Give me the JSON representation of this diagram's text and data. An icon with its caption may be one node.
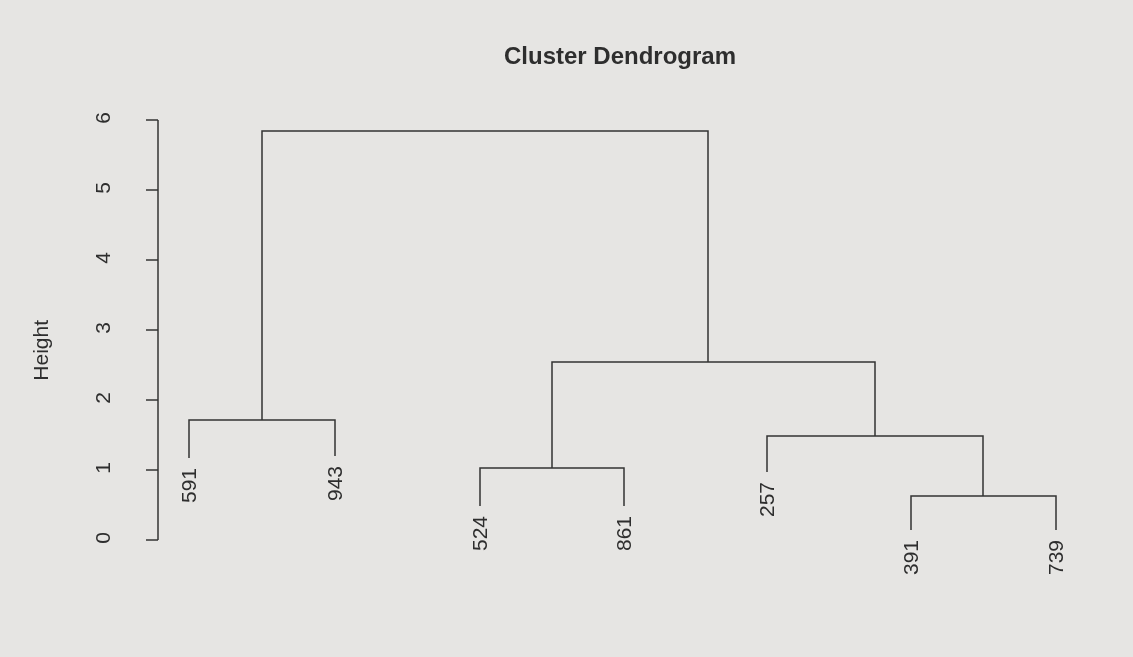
{
  "diagram": {
    "title": "Cluster Dendrogram",
    "labels": [
      "Height",
      "0",
      "1",
      "2",
      "3",
      "4",
      "5",
      "6",
      "591",
      "943",
      "524",
      "861",
      "257",
      "391",
      "739"
    ]
  }
}
